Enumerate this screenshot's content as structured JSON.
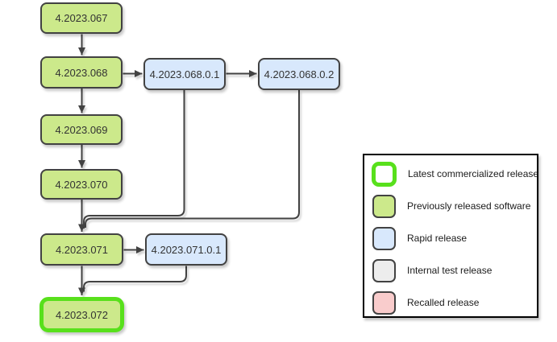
{
  "colors": {
    "background": "#ffffff",
    "stroke": "#424242",
    "text": "#333333",
    "released-fill": "#cce98b",
    "rapid-fill": "#d8e8fc",
    "internal-fill": "#ededed",
    "recalled-fill": "#f9cccc",
    "latest-border": "#58e01c",
    "legend-border": "#000000"
  },
  "diagram": {
    "nodes": [
      {
        "label": "4.2023.067",
        "type": "released"
      },
      {
        "label": "4.2023.068",
        "type": "released"
      },
      {
        "label": "4.2023.068.0.1",
        "type": "rapid"
      },
      {
        "label": "4.2023.068.0.2",
        "type": "rapid"
      },
      {
        "label": "4.2023.069",
        "type": "released"
      },
      {
        "label": "4.2023.070",
        "type": "released"
      },
      {
        "label": "4.2023.071",
        "type": "released"
      },
      {
        "label": "4.2023.071.0.1",
        "type": "rapid"
      },
      {
        "label": "4.2023.072",
        "type": "latest"
      }
    ]
  },
  "legend": {
    "items": [
      {
        "label": "Latest commercialized release",
        "type": "latest"
      },
      {
        "label": "Previously released software",
        "type": "released"
      },
      {
        "label": "Rapid release",
        "type": "rapid"
      },
      {
        "label": "Internal test release",
        "type": "internal"
      },
      {
        "label": "Recalled release",
        "type": "recalled"
      }
    ]
  }
}
